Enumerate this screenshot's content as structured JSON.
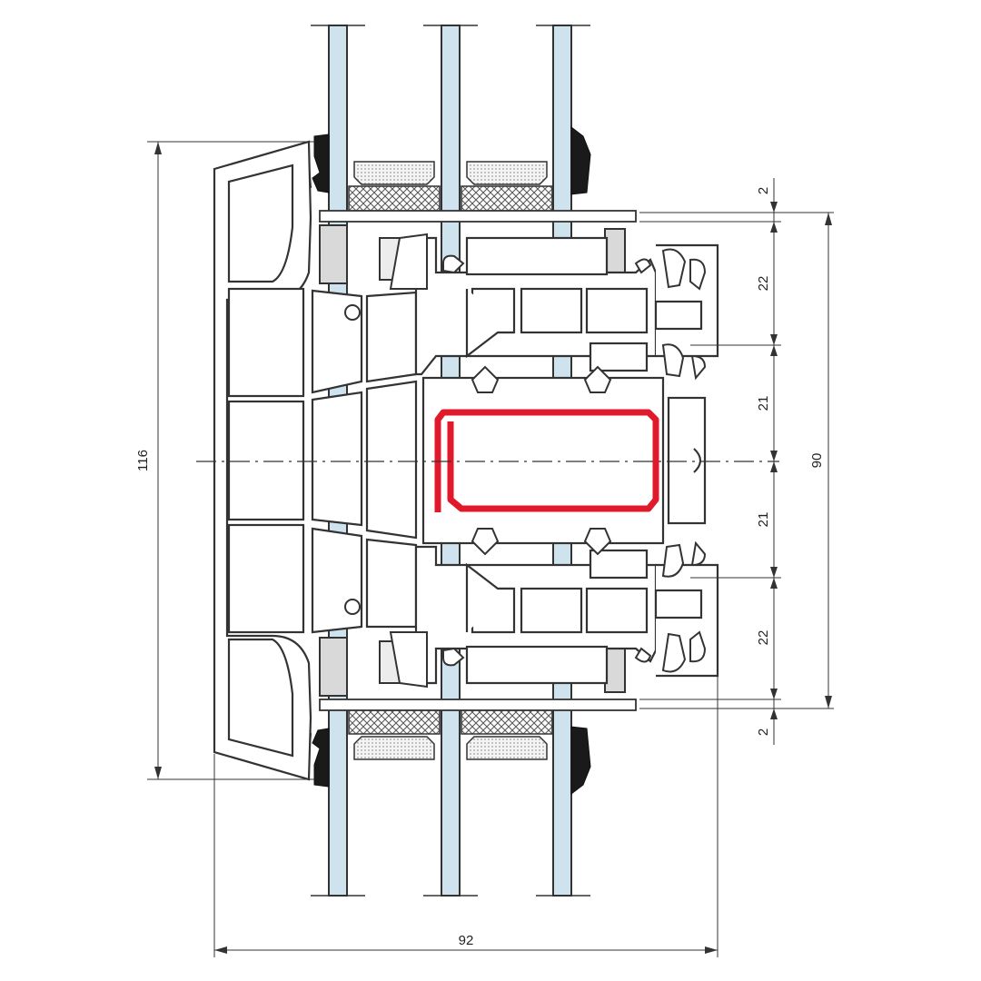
{
  "drawing": {
    "type": "window profile cross-section",
    "glazing": "triple glass",
    "reinforcement_color": "#e0192b",
    "profile_stroke": "#333333",
    "glass_color": "#cfe3ee",
    "gasket_color": "#1a1a1a",
    "insert_color": "#d9d9d9"
  },
  "dimensions": {
    "total_height": "116",
    "total_width": "92",
    "sash_height": "90",
    "right_chain": [
      "2",
      "22",
      "21",
      "21",
      "22",
      "2"
    ]
  }
}
